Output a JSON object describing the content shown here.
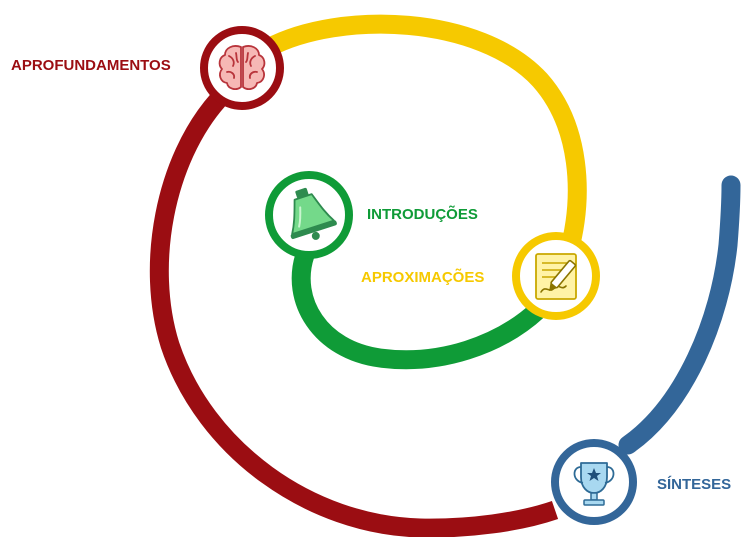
{
  "colors": {
    "aprofundamentos": "#9b0d12",
    "introducoes": "#0f9b37",
    "aproximacoes": "#f6c900",
    "sinteses": "#336699"
  },
  "stages": {
    "aprofundamentos": {
      "label": "APROFUNDAMENTOS",
      "icon": "brain-icon"
    },
    "introducoes": {
      "label": "INTRODUÇÕES",
      "icon": "bell-icon"
    },
    "aproximacoes": {
      "label": "APROXIMAÇÕES",
      "icon": "notepad-pen-icon"
    },
    "sinteses": {
      "label": "SÍNTESES",
      "icon": "trophy-icon"
    }
  }
}
